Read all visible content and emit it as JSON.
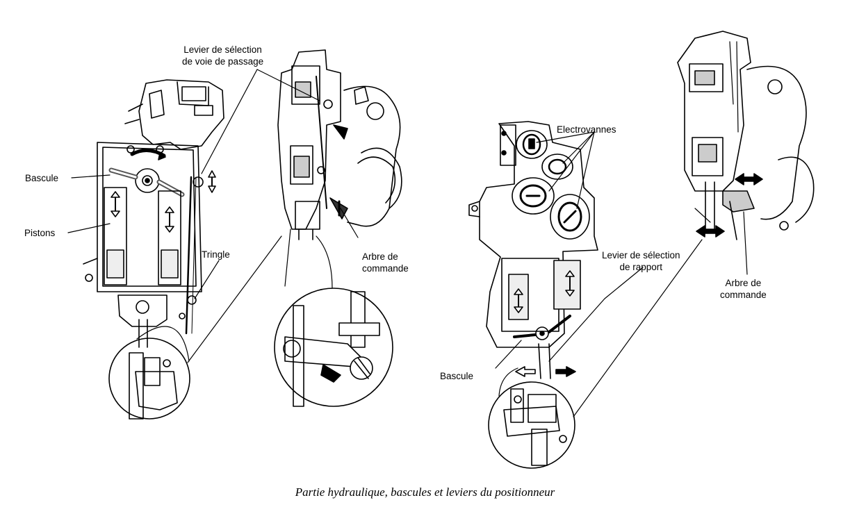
{
  "labels": {
    "levier_voie_l1": "Levier de sélection",
    "levier_voie_l2": "de voie de passage",
    "bascule_left": "Bascule",
    "pistons": "Pistons",
    "tringle": "Tringle",
    "arbre_left_l1": "Arbre de",
    "arbre_left_l2": "commande",
    "electrovannes": "Electrovannes",
    "levier_rapport_l1": "Levier de sélection",
    "levier_rapport_l2": "de rapport",
    "arbre_right_l1": "Arbre de",
    "arbre_right_l2": "commande",
    "bascule_right": "Bascule"
  },
  "caption": "Partie hydraulique, bascules et leviers du positionneur",
  "colors": {
    "ink": "#000000",
    "paper": "#ffffff",
    "shade": "#d8d8d8",
    "dark": "#333333"
  }
}
